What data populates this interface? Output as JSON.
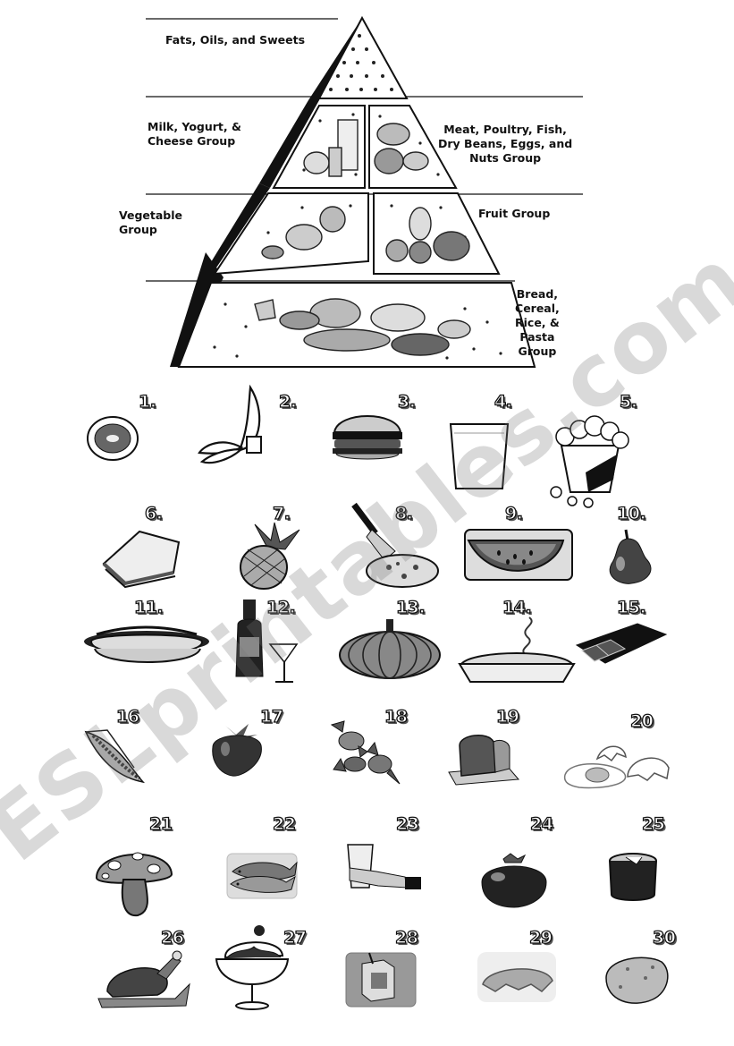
{
  "pyramid": {
    "labels": {
      "fats": "Fats, Oils, and Sweets",
      "milk": "Milk, Yogurt, &\nCheese Group",
      "meat": "Meat, Poultry, Fish,\nDry Beans, Eggs, and\nNuts Group",
      "vegetable": "Vegetable\nGroup",
      "fruit": "Fruit Group",
      "bread": "Bread,\nCereal,\nRice, &\nPasta\nGroup"
    }
  },
  "items": [
    {
      "num": "1.",
      "icon": "kiwi-icon"
    },
    {
      "num": "2.",
      "icon": "banana-icon"
    },
    {
      "num": "3.",
      "icon": "hamburger-icon"
    },
    {
      "num": "4.",
      "icon": "glass-of-milk-icon"
    },
    {
      "num": "5.",
      "icon": "popcorn-icon"
    },
    {
      "num": "6.",
      "icon": "sandwich-icon"
    },
    {
      "num": "7.",
      "icon": "pineapple-icon"
    },
    {
      "num": "8.",
      "icon": "pizza-icon"
    },
    {
      "num": "9.",
      "icon": "watermelon-icon"
    },
    {
      "num": "10.",
      "icon": "pear-icon"
    },
    {
      "num": "11.",
      "icon": "hot-dog-icon"
    },
    {
      "num": "12.",
      "icon": "wine-icon"
    },
    {
      "num": "13.",
      "icon": "pumpkin-icon"
    },
    {
      "num": "14.",
      "icon": "pie-icon"
    },
    {
      "num": "15.",
      "icon": "chocolate-bar-icon"
    },
    {
      "num": "16",
      "icon": "corn-icon"
    },
    {
      "num": "17",
      "icon": "strawberry-icon"
    },
    {
      "num": "18",
      "icon": "candy-icon"
    },
    {
      "num": "19",
      "icon": "bread-loaf-icon"
    },
    {
      "num": "20",
      "icon": "broken-egg-icon"
    },
    {
      "num": "21",
      "icon": "mushroom-icon"
    },
    {
      "num": "22",
      "icon": "fish-icon"
    },
    {
      "num": "23",
      "icon": "glass-of-water-icon"
    },
    {
      "num": "24",
      "icon": "tomato-icon"
    },
    {
      "num": "25",
      "icon": "jam-jar-icon"
    },
    {
      "num": "26",
      "icon": "roast-chicken-icon"
    },
    {
      "num": "27",
      "icon": "ice-cream-sundae-icon"
    },
    {
      "num": "28",
      "icon": "juice-box-icon"
    },
    {
      "num": "29",
      "icon": "croissant-icon"
    },
    {
      "num": "30",
      "icon": "potato-icon"
    }
  ],
  "watermark": "ESLprintables.com"
}
